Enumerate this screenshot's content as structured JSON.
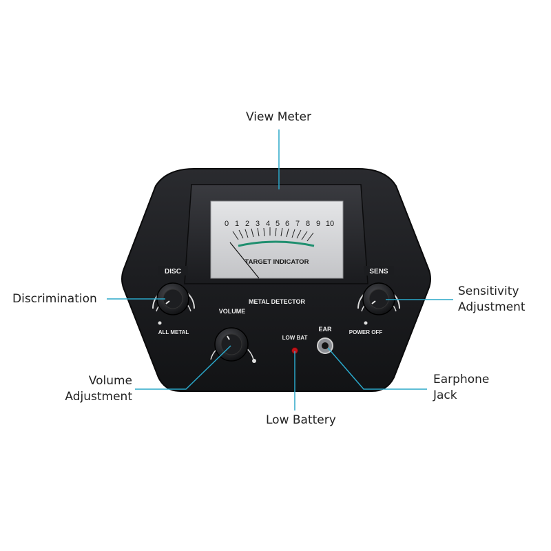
{
  "callouts": {
    "view_meter": "View Meter",
    "discrimination": "Discrimination",
    "sensitivity_line1": "Sensitivity",
    "sensitivity_line2": "Adjustment",
    "volume_line1": "Volume",
    "volume_line2": "Adjustment",
    "low_battery": "Low Battery",
    "earphone_line1": "Earphone",
    "earphone_line2": "Jack"
  },
  "panel": {
    "meter_scale": [
      "0",
      "1",
      "2",
      "3",
      "4",
      "5",
      "6",
      "7",
      "8",
      "9",
      "10"
    ],
    "meter_label": "TARGET INDICATOR",
    "brand_label": "METAL DETECTOR",
    "disc_label": "DISC",
    "disc_min_label": "ALL METAL",
    "sens_label": "SENS",
    "sens_min_label": "POWER OFF",
    "volume_label": "VOLUME",
    "low_bat_label": "LOW BAT",
    "ear_label": "EAR"
  },
  "colors": {
    "leader_line": "#2aa7c9",
    "housing": "#1c1d20",
    "meter_face": "#d2d3d5",
    "meter_band": "#1f8f6f",
    "led": "#c0141a"
  }
}
